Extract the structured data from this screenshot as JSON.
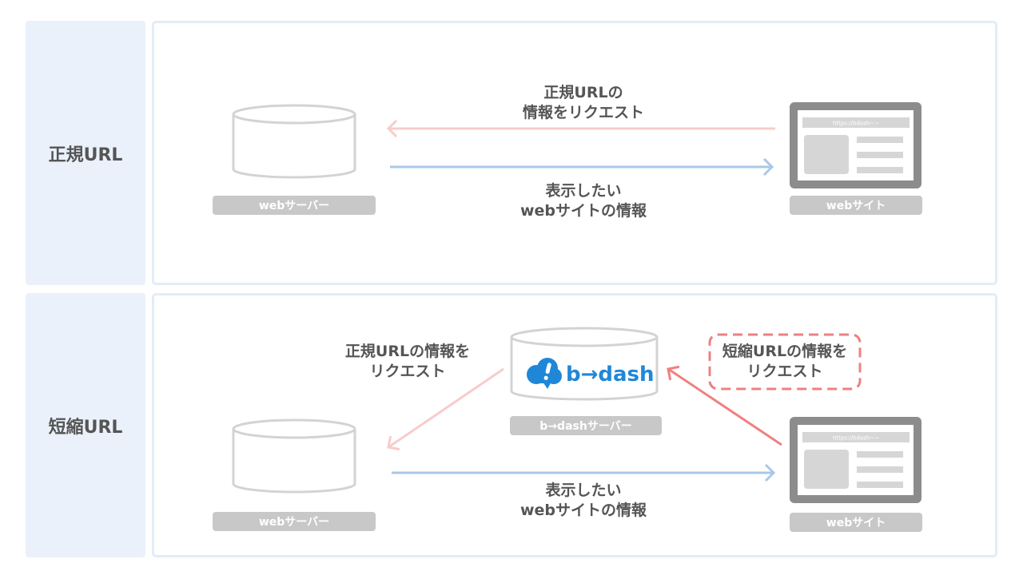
{
  "sections": [
    {
      "label": "正規URL",
      "web_server": {
        "label": "webサーバー"
      },
      "website": {
        "label": "webサイト",
        "url": "https://bdash~~"
      },
      "request_text": [
        "正規URLの",
        "情報をリクエスト"
      ],
      "response_text": [
        "表示したい",
        "webサイトの情報"
      ]
    },
    {
      "label": "短縮URL",
      "bdash_server": {
        "label": "b→dashサーバー",
        "logo_text": "b→dash"
      },
      "canonical_request_text": [
        "正規URLの情報を",
        "リクエスト"
      ],
      "short_request_text": [
        "短縮URLの情報を",
        "リクエスト"
      ],
      "web_server": {
        "label": "webサーバー"
      },
      "website": {
        "label": "webサイト",
        "url": "https://bdash~~"
      },
      "response_text": [
        "表示したい",
        "webサイトの情報"
      ]
    }
  ],
  "colors": {
    "label_panel_bg": "#eaf1fa",
    "panel_border": "#e3ecf6",
    "text": "#555555",
    "pill": "#c8c8c8",
    "cylinder_stroke": "#d3d3d3",
    "browser_frame": "#8c8c8c",
    "browser_element": "#d6d6d6",
    "request_arrow": "#f8cccc",
    "response_arrow": "#a9c8e8",
    "short_request_arrow": "#ef8080",
    "short_request_box": "#ee8080",
    "brand_blue": "#1f87d8"
  }
}
